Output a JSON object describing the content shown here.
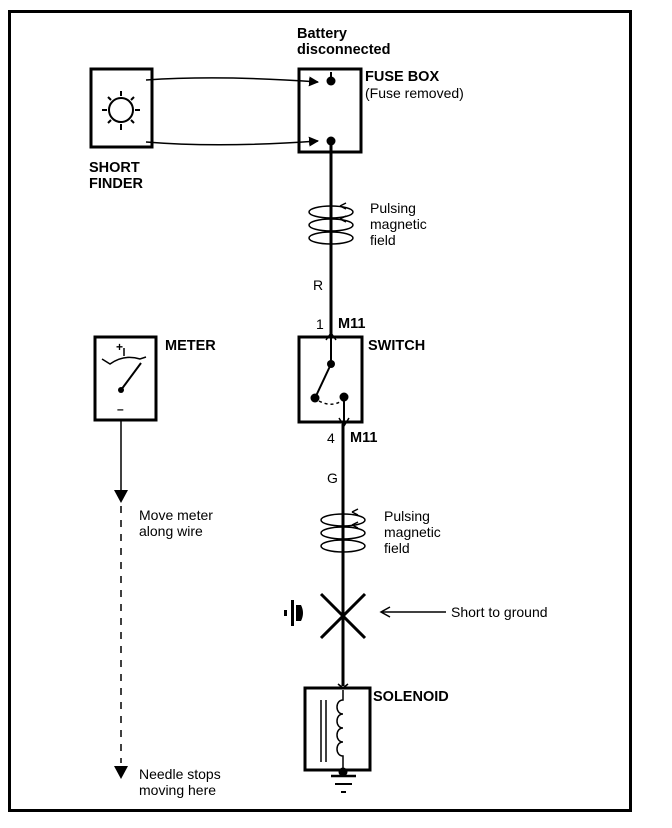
{
  "diagram": {
    "title": "Short finder wiring diagnosis",
    "labels": {
      "battery_status": "Battery\ndisconnected",
      "fuse_box": "FUSE BOX",
      "fuse_box_note": "(Fuse removed)",
      "short_finder": "SHORT\nFINDER",
      "pulsing_field_upper": "Pulsing\nmagnetic\nfield",
      "pulsing_field_lower": "Pulsing\nmagnetic\nfield",
      "wire_color_upper": "R",
      "wire_color_lower": "G",
      "connector_top_pin": "1",
      "connector_top_id": "M11",
      "switch": "SWITCH",
      "connector_bottom_pin": "4",
      "connector_bottom_id": "M11",
      "meter": "METER",
      "meter_plus": "+",
      "meter_minus": "–",
      "move_meter": "Move meter\nalong wire",
      "short_to_ground": "Short to ground",
      "solenoid": "SOLENOID",
      "needle_stops": "Needle stops\nmoving here"
    },
    "components": [
      {
        "id": "short-finder",
        "icon": "lamp-icon"
      },
      {
        "id": "fuse-box",
        "icon": "fuse-terminal-icon"
      },
      {
        "id": "switch",
        "icon": "switch-icon"
      },
      {
        "id": "meter",
        "icon": "meter-needle-icon"
      },
      {
        "id": "short-point",
        "icon": "x-short-icon"
      },
      {
        "id": "ground-symbol",
        "icon": "ground-icon"
      },
      {
        "id": "solenoid",
        "icon": "coil-icon"
      }
    ],
    "colors": {
      "ink": "#000000",
      "paper": "#ffffff"
    }
  }
}
